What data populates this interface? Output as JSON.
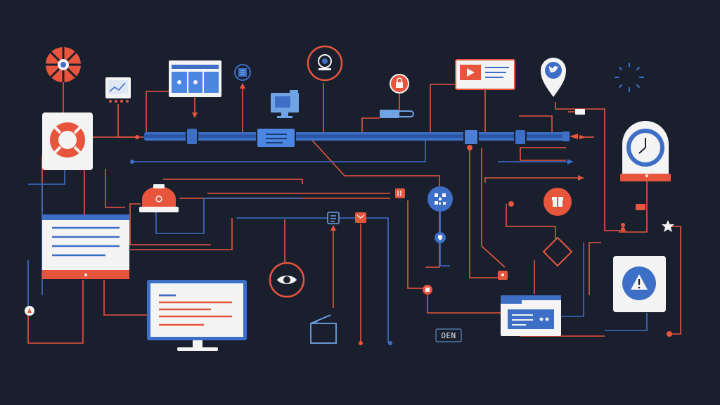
{
  "palette": {
    "background": "#1a1f2e",
    "orange": "#e8553d",
    "blue": "#3d6fc7",
    "light_blue": "#6fa3e3",
    "white": "#f4f4f4",
    "line_dark": "#2a3550"
  },
  "labels": {
    "open_tag": "OEN"
  },
  "nodes": [
    {
      "name": "reel-icon",
      "icon": "film-reel"
    },
    {
      "name": "lifebuoy-card",
      "icon": "lifebuoy"
    },
    {
      "name": "chart-card",
      "icon": "line-chart"
    },
    {
      "name": "browser-window",
      "icon": "browser"
    },
    {
      "name": "cpu-chip",
      "icon": "chip"
    },
    {
      "name": "desktop-monitor-small",
      "icon": "monitor"
    },
    {
      "name": "webcam-node",
      "icon": "webcam"
    },
    {
      "name": "lock-node",
      "icon": "lock"
    },
    {
      "name": "video-card",
      "icon": "video-play"
    },
    {
      "name": "twitter-pin",
      "icon": "map-pin-bird"
    },
    {
      "name": "loading-spinner",
      "icon": "spinner"
    },
    {
      "name": "clock-card",
      "icon": "clock"
    },
    {
      "name": "router-node",
      "icon": "router"
    },
    {
      "name": "text-panel",
      "icon": "document"
    },
    {
      "name": "qr-node",
      "icon": "qr-code"
    },
    {
      "name": "shield-node",
      "icon": "shield"
    },
    {
      "name": "eye-node",
      "icon": "eye"
    },
    {
      "name": "large-monitor",
      "icon": "monitor-code"
    },
    {
      "name": "film-clapper",
      "icon": "clapper"
    },
    {
      "name": "gift-node",
      "icon": "gift"
    },
    {
      "name": "decision-diamond",
      "icon": "diamond"
    },
    {
      "name": "window-panel",
      "icon": "browser-list"
    },
    {
      "name": "warning-card",
      "icon": "warning"
    },
    {
      "name": "star-node",
      "icon": "star"
    }
  ]
}
